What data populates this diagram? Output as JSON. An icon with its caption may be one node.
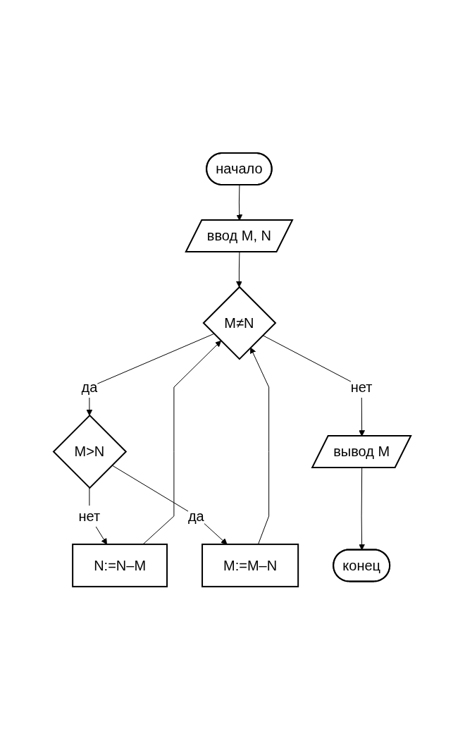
{
  "diagram": {
    "nodes": [
      {
        "text": [
          "начало"
        ]
      },
      {
        "text": [
          "ввод M, N"
        ]
      },
      {
        "text": [
          "M≠N"
        ]
      },
      {
        "text": [
          "M>N"
        ]
      },
      {
        "text": [
          "N:=N–M"
        ]
      },
      {
        "text": [
          "M:=M–N"
        ]
      },
      {
        "text": [
          "вывод M"
        ]
      },
      {
        "text": [
          "конец"
        ]
      }
    ],
    "edges": [
      {
        "from": 0,
        "to": 1,
        "arrow": "to"
      },
      {
        "from": 1,
        "to": 2,
        "arrow": "to"
      },
      {
        "from": 2,
        "to": 3,
        "label": "да",
        "arrow": "to"
      },
      {
        "from": 2,
        "to": 6,
        "label": "нет",
        "arrow": "to"
      },
      {
        "from": 3,
        "to": 4,
        "label": "нет",
        "arrow": "to"
      },
      {
        "from": 3,
        "to": 5,
        "label": "да",
        "arrow": "to"
      },
      {
        "from": 4,
        "to": 2,
        "arrow": "to"
      },
      {
        "from": 5,
        "to": 2,
        "arrow": "to"
      },
      {
        "from": 6,
        "to": 7,
        "arrow": "to"
      }
    ]
  }
}
